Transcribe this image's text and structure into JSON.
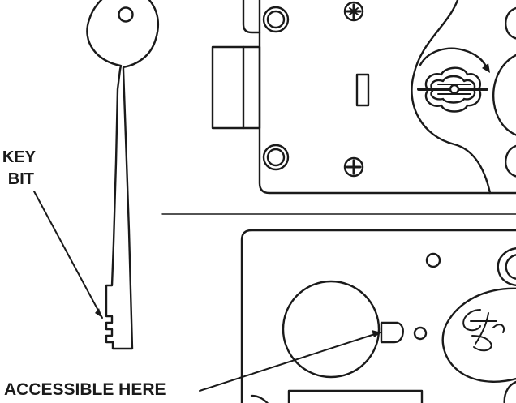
{
  "labels": {
    "key_line1": "KEY",
    "key_line2": "BIT",
    "accessible": "ACCESSIBLE HERE"
  },
  "icons": {
    "logo": "sgc-logo-icon",
    "screw": "phillips-screw-icon"
  },
  "colors": {
    "stroke": "#1a1a1a",
    "background": "#ffffff"
  }
}
